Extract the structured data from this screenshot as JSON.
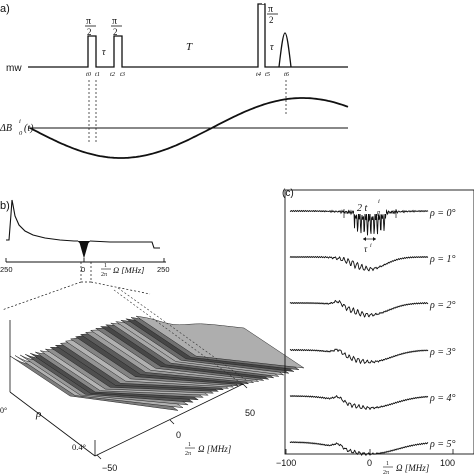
{
  "panel_a": {
    "label": "a)",
    "mw_label": "mw",
    "pulse1_top": "π",
    "pulse1_bottom": "2",
    "pulse2_top": "π",
    "pulse2_bottom": "2",
    "pulse3_top": "π",
    "pulse3_bottom": "2",
    "tau_label": "τ",
    "T_label": "T",
    "tau2_label": "τ",
    "time_points": [
      "t0",
      "t1",
      "t2",
      "t3",
      "t4",
      "t5",
      "t6"
    ],
    "b_field_label": "ΔB",
    "b_field_sub": "0",
    "b_field_sup": "i",
    "b_field_arg": "(t)"
  },
  "panel_b": {
    "label": "b)",
    "tick_left": "250",
    "tick_mid": "0",
    "tick_right": "250",
    "axis_label": "Ω [MHz]",
    "axis_frac_num": "1",
    "axis_frac_den": "2π",
    "rho_label": "ρ",
    "rho_top": "0°",
    "rho_bottom": "0.4°",
    "omega_ticks": [
      "50",
      "0",
      "−50"
    ],
    "omega_label": "Ω [MHz]"
  },
  "panel_c": {
    "label": "(c)",
    "width_label": "2 t",
    "width_sub": "p",
    "width_sup": "i",
    "tau_label": "τ",
    "tau_sup": "i",
    "rho_values": [
      "ρ = 0°",
      "ρ = 1°",
      "ρ = 2°",
      "ρ = 3°",
      "ρ = 4°",
      "ρ = 5°"
    ],
    "x_ticks": [
      "−100",
      "0",
      "100"
    ],
    "x_label": "Ω [MHz]",
    "x_frac_num": "1",
    "x_frac_den": "2π"
  }
}
